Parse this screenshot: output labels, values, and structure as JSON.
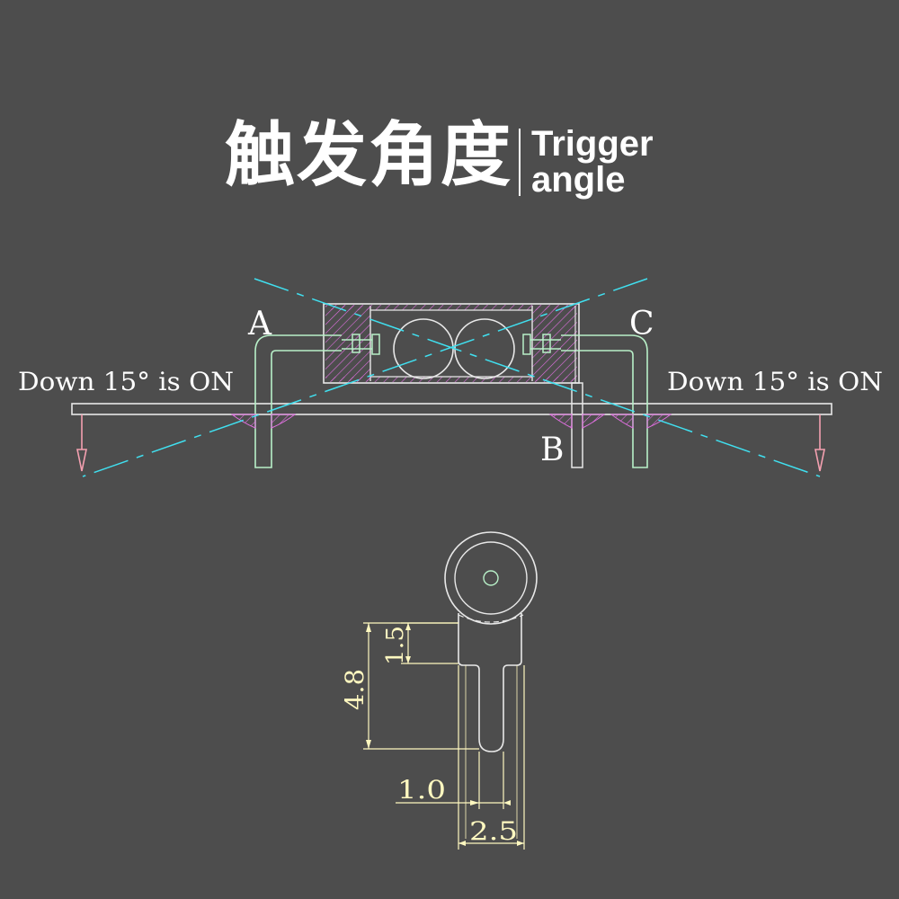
{
  "title": {
    "cn": "触发角度",
    "en_line1": "Trigger",
    "en_line2": "angle"
  },
  "side_view": {
    "label_a": "A",
    "label_b": "B",
    "label_c": "C",
    "note_left": "Down 15° is ON",
    "note_right": "Down 15° is ON"
  },
  "dimensions": {
    "d_4_8": "4.8",
    "d_1_5": "1.5",
    "d_1_0": "1.0",
    "d_2_5": "2.5"
  },
  "colors": {
    "background": "#4d4d4d",
    "outline": "#e8e8e8",
    "hatch": "#e070e0",
    "axis": "#40e0f0",
    "pin": "#b8f0c8",
    "arrow": "#f4a0b0",
    "dimension": "#fff8c0"
  }
}
